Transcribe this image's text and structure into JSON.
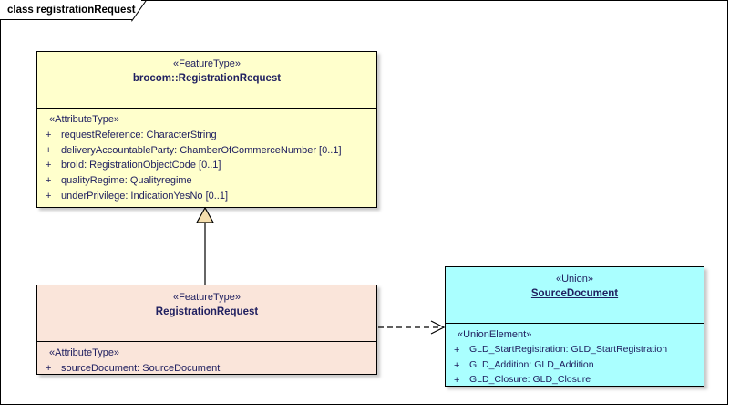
{
  "diagram": {
    "title": "class registrationRequest",
    "colors": {
      "feature_type_yellow": "#ffffcc",
      "feature_type_peach": "#fae5da",
      "union_cyan": "#aaffff",
      "text_navy": "#202060",
      "border_black": "#000000",
      "generalization_fill": "#f5dfae"
    },
    "classes": [
      {
        "id": "brocom-registrationrequest",
        "stereotype": "«FeatureType»",
        "name": "brocom::RegistrationRequest",
        "name_underlined": false,
        "compartment_stereotype": "«AttributeType»",
        "attributes": [
          {
            "visibility": "+",
            "text": "requestReference: CharacterString"
          },
          {
            "visibility": "+",
            "text": "deliveryAccountableParty: ChamberOfCommerceNumber [0..1]"
          },
          {
            "visibility": "+",
            "text": "broId: RegistrationObjectCode [0..1]"
          },
          {
            "visibility": "+",
            "text": "qualityRegime: Qualityregime"
          },
          {
            "visibility": "+",
            "text": "underPrivilege: IndicationYesNo [0..1]"
          }
        ]
      },
      {
        "id": "registrationrequest",
        "stereotype": "«FeatureType»",
        "name": "RegistrationRequest",
        "name_underlined": false,
        "compartment_stereotype": "«AttributeType»",
        "attributes": [
          {
            "visibility": "+",
            "text": "sourceDocument: SourceDocument"
          }
        ]
      },
      {
        "id": "sourcedocument",
        "stereotype": "«Union»",
        "name": "SourceDocument",
        "name_underlined": true,
        "compartment_stereotype": "«UnionElement»",
        "attributes": [
          {
            "visibility": "+",
            "text": "GLD_StartRegistration: GLD_StartRegistration"
          },
          {
            "visibility": "+",
            "text": "GLD_Addition: GLD_Addition"
          },
          {
            "visibility": "+",
            "text": "GLD_Closure: GLD_Closure"
          }
        ]
      }
    ],
    "connectors": [
      {
        "id": "generalization",
        "type": "generalization",
        "from": "RegistrationRequest",
        "to": "brocom::RegistrationRequest",
        "line_style": "solid",
        "arrowhead": "hollow-triangle"
      },
      {
        "id": "dependency",
        "type": "dependency",
        "from": "RegistrationRequest",
        "to": "SourceDocument",
        "line_style": "dashed",
        "arrowhead": "open-arrow"
      }
    ]
  }
}
